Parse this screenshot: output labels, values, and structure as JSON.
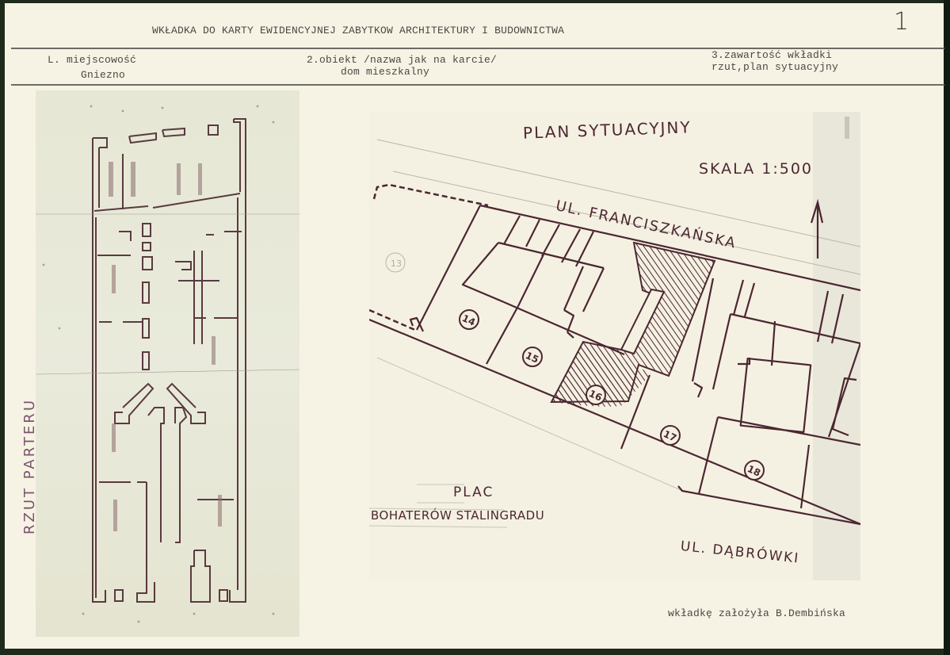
{
  "header": {
    "title": "WKŁADKA DO KARTY EWIDENCYJNEJ ZABYTKOW ARCHITEKTURY I BUDOWNICTWA",
    "page_number": "1"
  },
  "fields": [
    {
      "label": "L. miejscowość",
      "value": "Gniezno"
    },
    {
      "label": "2.obiekt /nazwa jak na karcie/",
      "value": "dom mieszkalny"
    },
    {
      "label": "3.zawartość wkładki",
      "value": "rzut,plan sytuacyjny"
    }
  ],
  "floor_plan": {
    "caption": "RZUT PARTERU"
  },
  "site_plan": {
    "title": "PLAN SYTUACYJNY",
    "scale": "SKALA 1:500",
    "streets": {
      "north": "UL. FRANCISZKAŃSKA",
      "south": "UL. DĄBRÓWKI"
    },
    "square": {
      "line1": "PLAC",
      "line2": "BOHATERÓW STALINGRADU"
    },
    "plots": [
      "13",
      "14",
      "15",
      "16",
      "17",
      "18"
    ],
    "highlighted_plot": "16",
    "north_arrow": "north-arrow"
  },
  "footer": {
    "author": "wkładkę założyła B.Dembińska"
  },
  "colors": {
    "paper": "#f7f3e4",
    "ink": "#4b2732",
    "typewriter": "#4a4846",
    "background": "#1e2a1c"
  }
}
